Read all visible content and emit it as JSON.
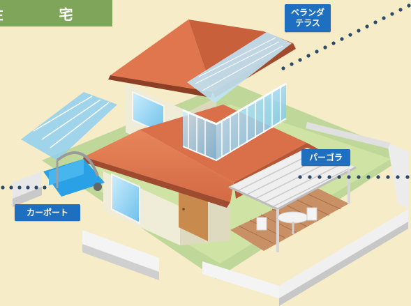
{
  "title": "住　宅",
  "callouts": {
    "veranda": [
      "ベランダ",
      "テラス"
    ],
    "pergola": "パーゴラ",
    "carport": "カーポート"
  },
  "colors": {
    "background": "#f7ecc8",
    "title_badge": "#7fa55a",
    "callout": "#1f6fc0",
    "roof": "#e0764e",
    "wall": "#efecd8",
    "lawn": "#cfe3a4",
    "deck": "#c89064",
    "glass": "#8fd0f0",
    "fence": "#f4f4f4"
  },
  "icons": [
    "house-illustration",
    "carport-icon",
    "veranda-terrace-icon",
    "pergola-icon"
  ]
}
